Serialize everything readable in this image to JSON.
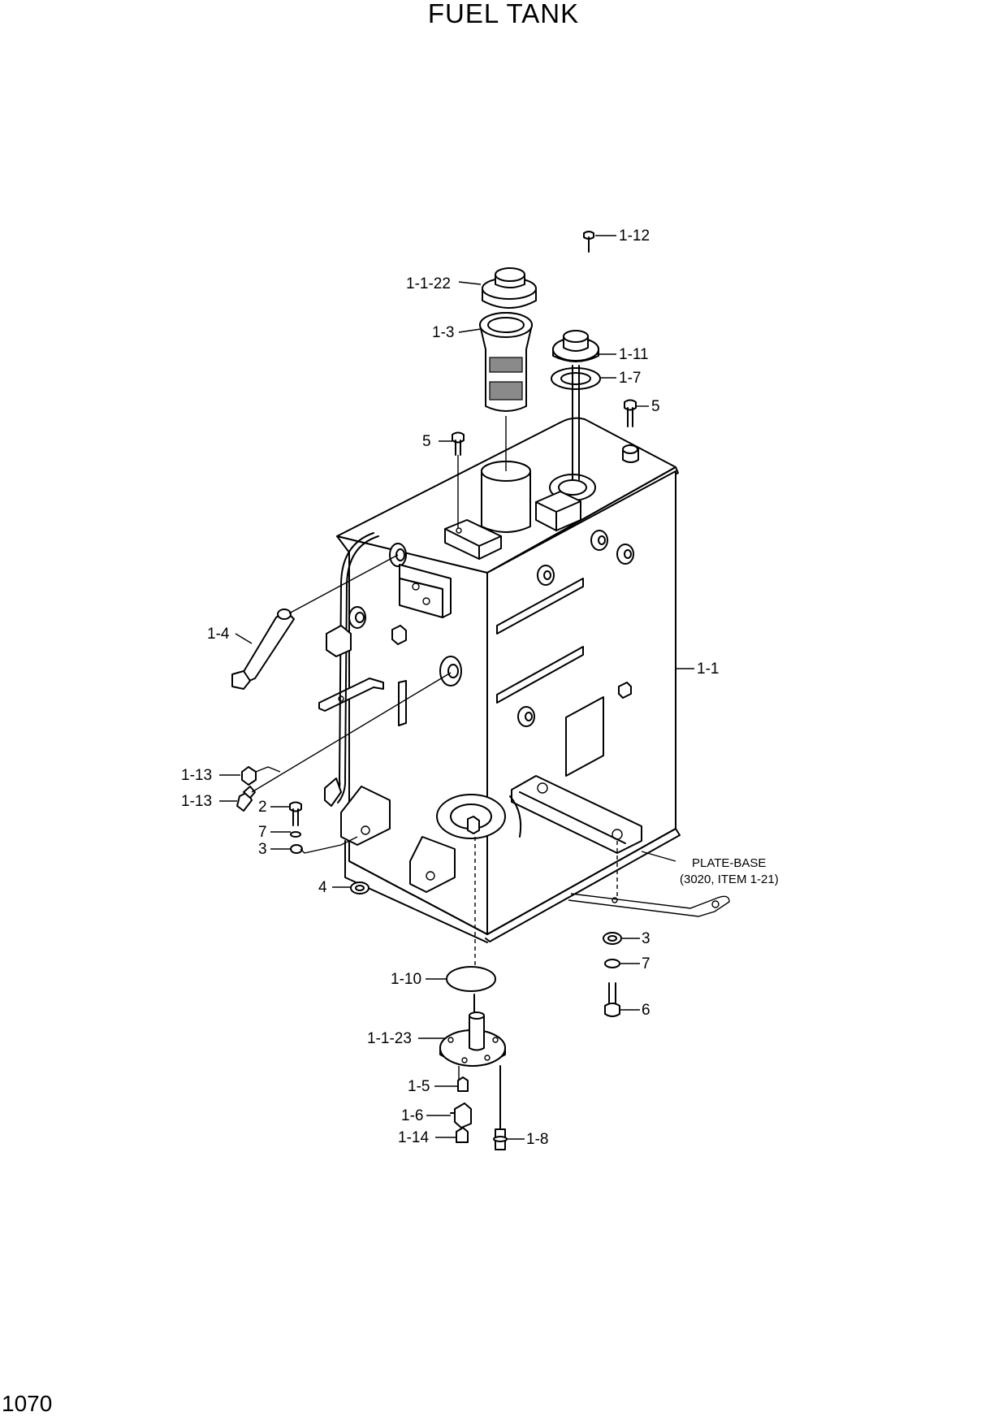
{
  "title": "FUEL TANK",
  "page_number": "1070",
  "callouts": {
    "c_1_1_22": "1-1-22",
    "c_1_3": "1-3",
    "c_1_12": "1-12",
    "c_1_11": "1-11",
    "c_1_7": "1-7",
    "c_5_right": "5",
    "c_5_left": "5",
    "c_1_4": "1-4",
    "c_1_1": "1-1",
    "c_1_13_a": "1-13",
    "c_1_13_b": "1-13",
    "c_2": "2",
    "c_7_left": "7",
    "c_3_left": "3",
    "c_4": "4",
    "c_3_right": "3",
    "c_7_right": "7",
    "c_6": "6",
    "c_1_10": "1-10",
    "c_1_1_23": "1-1-23",
    "c_1_5": "1-5",
    "c_1_6": "1-6",
    "c_1_14": "1-14",
    "c_1_8": "1-8"
  },
  "plate_base_note": {
    "line1": "PLATE-BASE",
    "line2": "(3020, ITEM 1-21)"
  }
}
